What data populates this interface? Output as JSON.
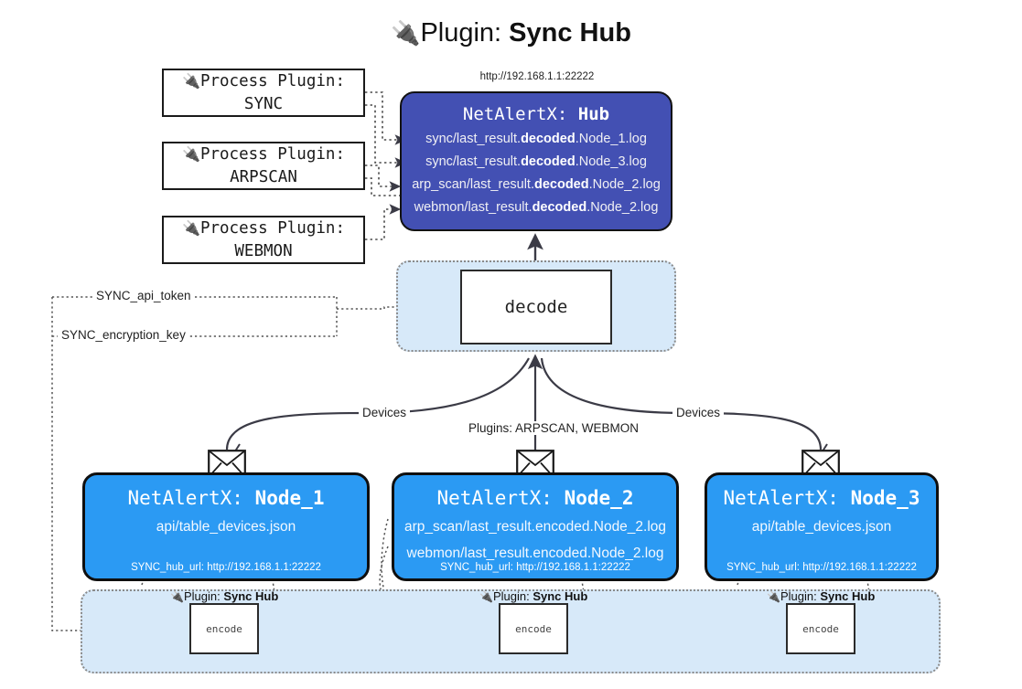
{
  "title": {
    "icon": "plug-icon",
    "prefix": "Plugin:",
    "name": "Sync Hub"
  },
  "hub": {
    "url_caption": "http://192.168.1.1:22222",
    "title_prefix": "NetAlertX:",
    "title_name": "Hub",
    "lines": [
      {
        "pre": "sync/last_result.",
        "strong": "decoded",
        "post": ".Node_1.log"
      },
      {
        "pre": "sync/last_result.",
        "strong": "decoded",
        "post": ".Node_3.log"
      },
      {
        "pre": "arp_scan/last_result.",
        "strong": "decoded",
        "post": ".Node_2.log"
      },
      {
        "pre": "webmon/last_result.",
        "strong": "decoded",
        "post": ".Node_2.log"
      }
    ],
    "fill_color": "#4350b3"
  },
  "process_plugins": [
    {
      "icon": "plug-icon",
      "line1": "Process Plugin:",
      "line2": "SYNC"
    },
    {
      "icon": "plug-icon",
      "line1": "Process Plugin:",
      "line2": "ARPSCAN"
    },
    {
      "icon": "plug-icon",
      "line1": "Process Plugin:",
      "line2": "WEBMON"
    }
  ],
  "decode": {
    "label": "decode",
    "group_fill": "#d7e9f9"
  },
  "tokens": [
    {
      "label": "SYNC_api_token"
    },
    {
      "label": "SYNC_encryption_key"
    }
  ],
  "edge_labels": {
    "devices_left": "Devices",
    "devices_right": "Devices",
    "plugins_center": "Plugins: ARPSCAN, WEBMON"
  },
  "nodes": [
    {
      "title_prefix": "NetAlertX:",
      "title_name": "Node_1",
      "lines": [
        "api/table_devices.json"
      ],
      "hub_url": "SYNC_hub_url: http://192.168.1.1:22222",
      "fill_color": "#2b9af3",
      "icon": "envelope-icon"
    },
    {
      "title_prefix": "NetAlertX:",
      "title_name": "Node_2",
      "lines": [
        "arp_scan/last_result.encoded.Node_2.log",
        "webmon/last_result.encoded.Node_2.log"
      ],
      "hub_url": "SYNC_hub_url: http://192.168.1.1:22222",
      "fill_color": "#2b9af3",
      "icon": "envelope-icon"
    },
    {
      "title_prefix": "NetAlertX:",
      "title_name": "Node_3",
      "lines": [
        "api/table_devices.json"
      ],
      "hub_url": "SYNC_hub_url: http://192.168.1.1:22222",
      "fill_color": "#2b9af3",
      "icon": "envelope-icon"
    }
  ],
  "encoders": [
    {
      "caption_prefix": "Plugin:",
      "caption_name": "Sync Hub",
      "label": "encode",
      "icon": "plug-icon"
    },
    {
      "caption_prefix": "Plugin:",
      "caption_name": "Sync Hub",
      "label": "encode",
      "icon": "plug-icon"
    },
    {
      "caption_prefix": "Plugin:",
      "caption_name": "Sync Hub",
      "label": "encode",
      "icon": "plug-icon"
    }
  ]
}
